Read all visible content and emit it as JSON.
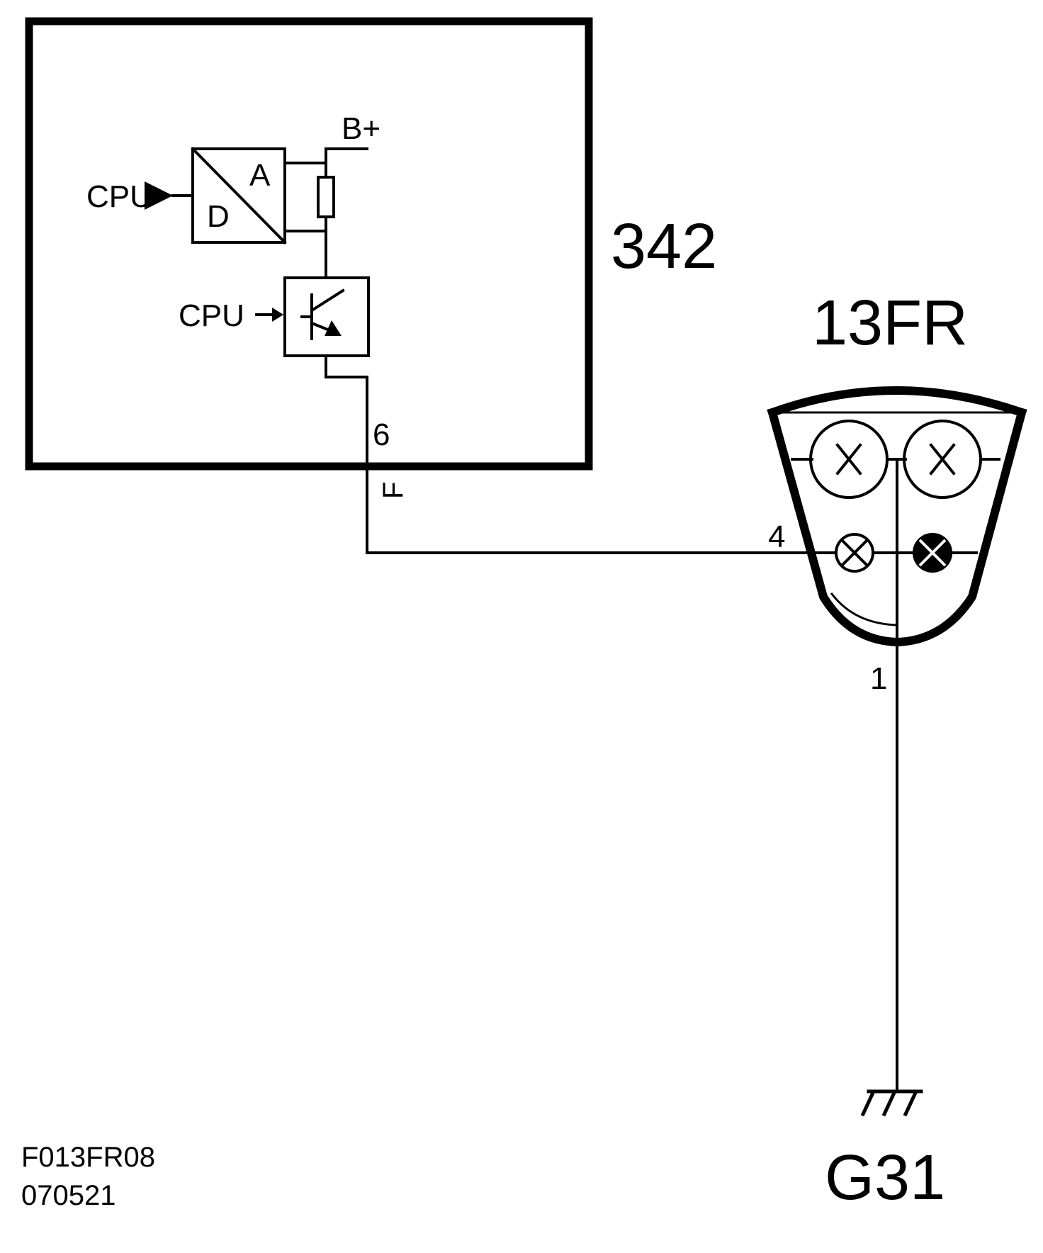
{
  "control_unit": {
    "id": "342"
  },
  "internal": {
    "cpu_out": "CPU",
    "cpu_in": "CPU",
    "adc_a": "A",
    "adc_d": "D",
    "supply": "B+"
  },
  "wire": {
    "pin": "6",
    "color_code": "F"
  },
  "lamp": {
    "id": "13FR",
    "pin_in": "4",
    "pin_out": "1"
  },
  "ground": {
    "id": "G31"
  },
  "footer": {
    "code": "F013FR08",
    "date": "070521"
  }
}
